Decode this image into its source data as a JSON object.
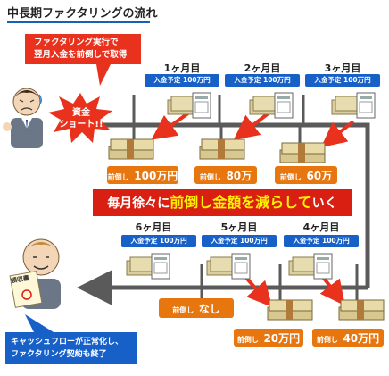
{
  "title": "中長期ファクタリングの流れ",
  "callout_top": [
    "ファクタリング実行で",
    "翌月入金を前倒しで取得"
  ],
  "shock": [
    "資金",
    "ショート!!"
  ],
  "top_months": [
    {
      "month": "1ヶ月目",
      "plan": "入金予定 100万円",
      "advance_amount": "100万円"
    },
    {
      "month": "2ヶ月目",
      "plan": "入金予定 100万円",
      "advance_amount": "80万円"
    },
    {
      "month": "3ヶ月目",
      "plan": "入金予定 100万円",
      "advance_amount": "60万円"
    }
  ],
  "advance_label": "前倒し",
  "banner": {
    "pre": "毎月徐々に",
    "highlight": "前倒し金額を減らして",
    "post": "いく"
  },
  "bottom_months": [
    {
      "month": "6ヶ月目",
      "plan": "入金予定 100万円",
      "advance_amount": "なし"
    },
    {
      "month": "5ヶ月目",
      "plan": "入金予定 100万円",
      "advance_amount": "20万円"
    },
    {
      "month": "4ヶ月目",
      "plan": "入金予定 100万円",
      "advance_amount": "40万円"
    }
  ],
  "callout_bottom": [
    "キャッシュフローが正常化し、",
    "ファクタリング契約も終了"
  ],
  "receipt_text": "領収書",
  "colors": {
    "red": "#e8321e",
    "blue": "#1760c8",
    "orange": "#e8760f",
    "flow_gray": "#5a5a5a"
  }
}
